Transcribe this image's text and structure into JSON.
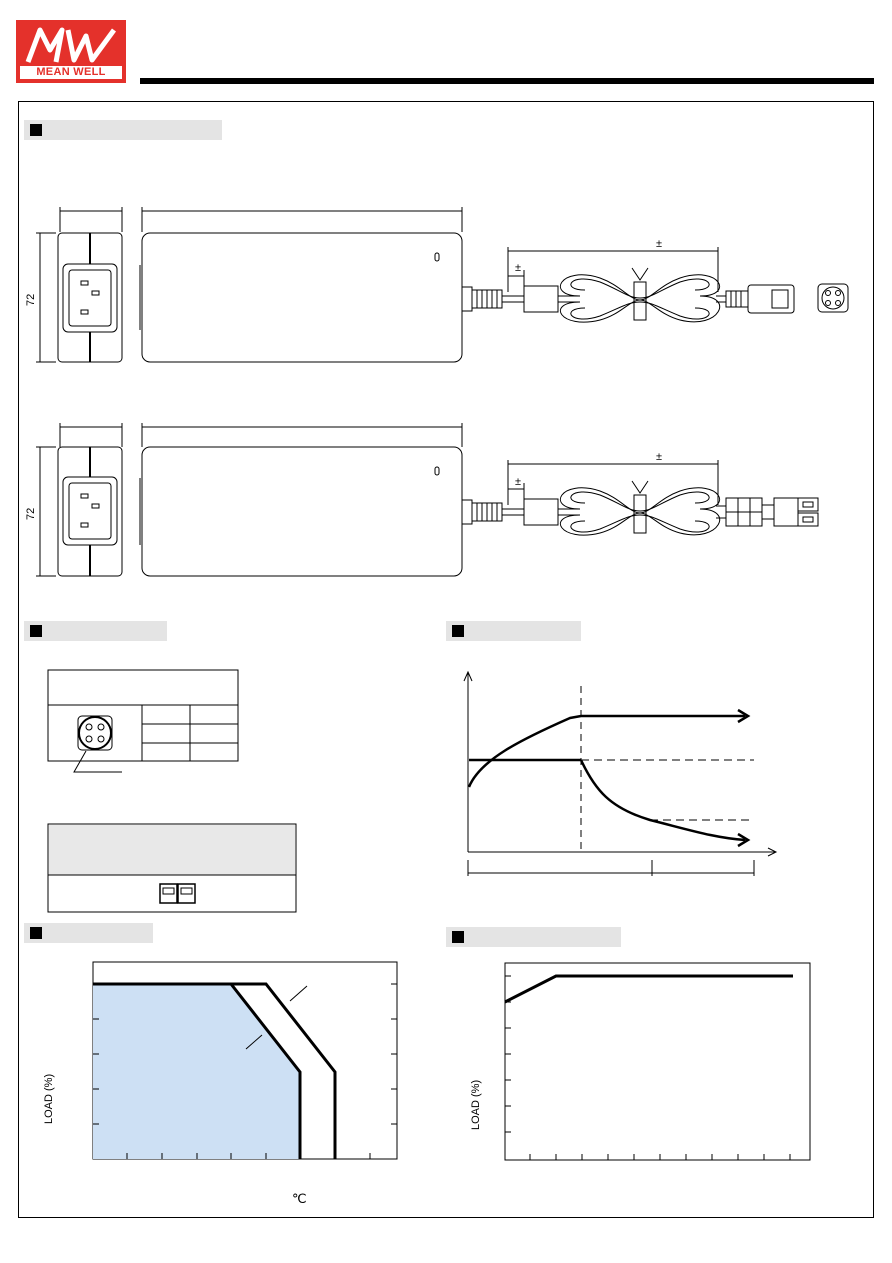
{
  "logo": {
    "brand": "MEAN WELL",
    "mark": "MW"
  },
  "mechanical": {
    "height_a": "72",
    "height_b": "72",
    "pm_labels": [
      "±",
      "±",
      "±",
      "±"
    ]
  },
  "derating": {
    "y_axis": "LOAD (%)",
    "x_unit": "℃"
  },
  "static": {
    "y_axis": "LOAD (%)"
  },
  "colors": {
    "logo_red": "#e4312b",
    "section_grey": "#e4e4e4",
    "derating_fill": "#cde0f4"
  },
  "icons": [
    "mean-well-logo",
    "din-4pin-connector-icon",
    "terminal-block-icon",
    "iec-c14-inlet-icon"
  ]
}
